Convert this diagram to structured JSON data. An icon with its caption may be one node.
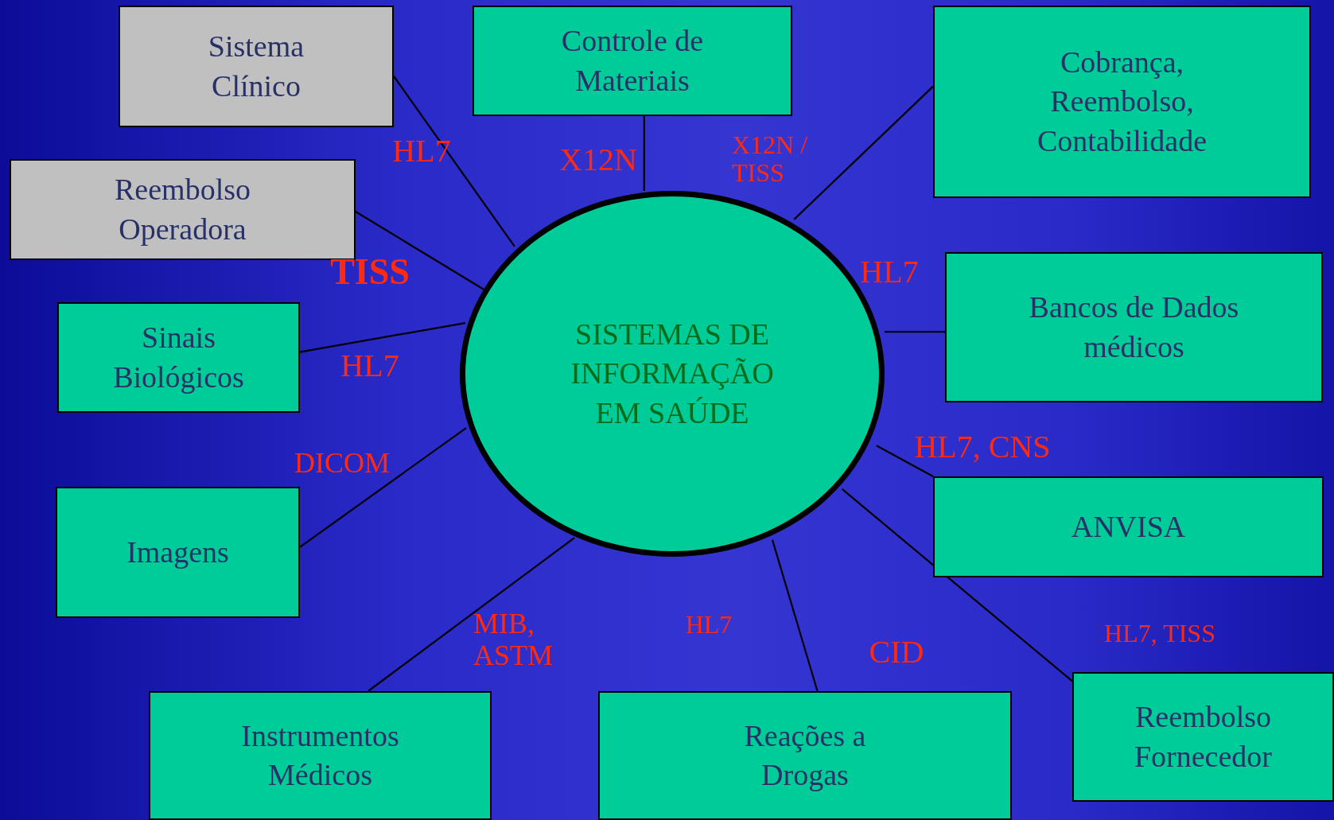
{
  "diagram": {
    "nodes": [
      {
        "text": [
          "SISTEMAS DE INFORMAÇÃO EM SAÚDE"
        ]
      },
      {
        "text": [
          "Sistema Clínico"
        ]
      },
      {
        "text": [
          "Controle de Materiais"
        ]
      },
      {
        "text": [
          "Cobrança, Reembolso, Contabilidade"
        ]
      },
      {
        "text": [
          "Reembolso Operadora"
        ]
      },
      {
        "text": [
          "Bancos de Dados médicos"
        ]
      },
      {
        "text": [
          "Sinais Biológicos"
        ]
      },
      {
        "text": [
          "ANVISA"
        ]
      },
      {
        "text": [
          "Imagens"
        ]
      },
      {
        "text": [
          "Reembolso Fornecedor"
        ]
      },
      {
        "text": [
          "Instrumentos Médicos"
        ]
      },
      {
        "text": [
          "Reações a Drogas"
        ]
      }
    ],
    "edges": [
      {
        "from": 0,
        "to": 1,
        "arrow": "none",
        "label": "HL7"
      },
      {
        "from": 0,
        "to": 2,
        "arrow": "none",
        "label": "X12N"
      },
      {
        "from": 0,
        "to": 3,
        "arrow": "none",
        "label": "X12N / TISS"
      },
      {
        "from": 0,
        "to": 4,
        "arrow": "none",
        "label": "TISS"
      },
      {
        "from": 0,
        "to": 5,
        "arrow": "none",
        "label": "HL7"
      },
      {
        "from": 0,
        "to": 6,
        "arrow": "none",
        "label": "HL7"
      },
      {
        "from": 0,
        "to": 7,
        "arrow": "none",
        "label": "HL7, CNS"
      },
      {
        "from": 0,
        "to": 8,
        "arrow": "none",
        "label": "DICOM"
      },
      {
        "from": 0,
        "to": 9,
        "arrow": "none",
        "label": "HL7, TISS"
      },
      {
        "from": 0,
        "to": 10,
        "arrow": "none",
        "label": "MIB, ASTM"
      },
      {
        "from": 0,
        "to": 11,
        "arrow": "none",
        "label": "CID"
      }
    ],
    "labels": [
      "HL7"
    ]
  }
}
